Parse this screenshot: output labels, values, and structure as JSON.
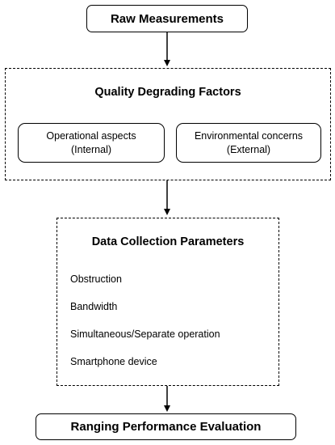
{
  "top_box": {
    "label": "Raw Measurements"
  },
  "factors_panel": {
    "title": "Quality Degrading Factors",
    "items": [
      {
        "line1": "Operational aspects",
        "line2": "(Internal)"
      },
      {
        "line1": "Environmental concerns",
        "line2": "(External)"
      }
    ]
  },
  "parameters_panel": {
    "title": "Data Collection Parameters",
    "items": [
      "Obstruction",
      "Bandwidth",
      "Simultaneous/Separate operation",
      "Smartphone device"
    ]
  },
  "bottom_box": {
    "label": "Ranging Performance Evaluation"
  }
}
